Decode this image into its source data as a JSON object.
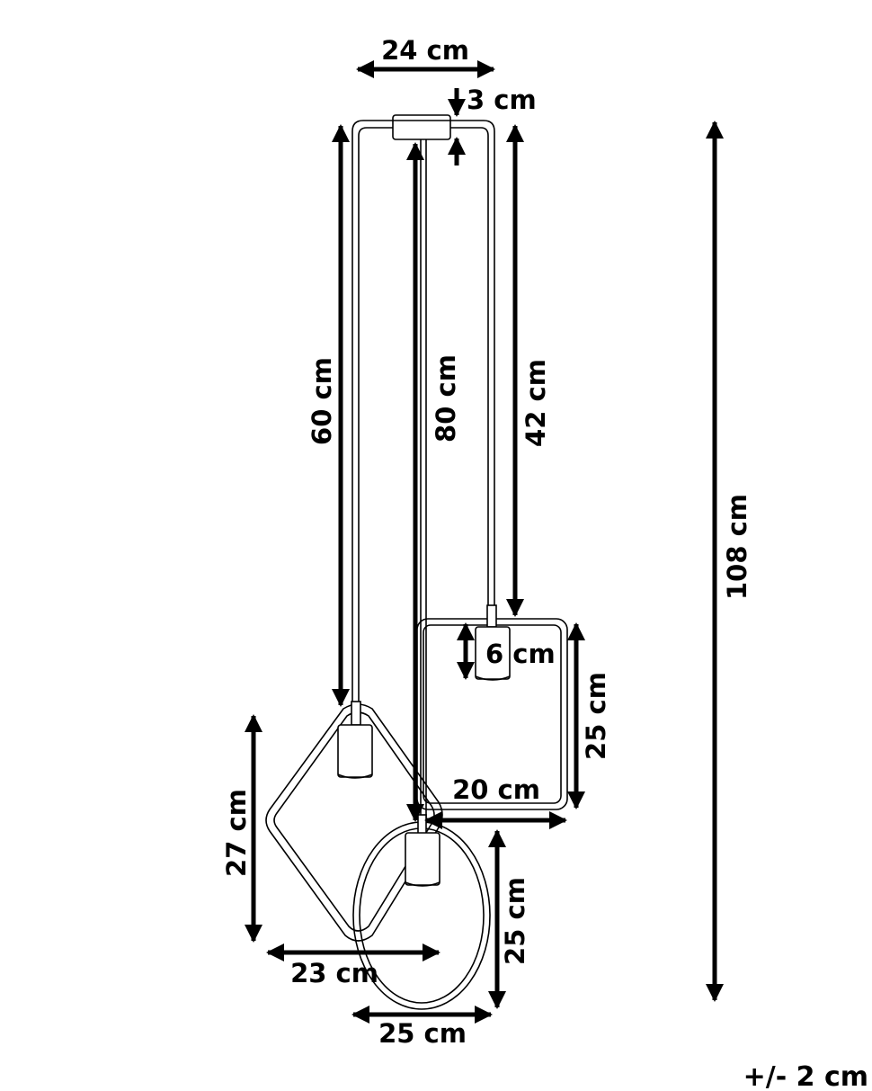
{
  "dimensions": {
    "canopy_width": "24 cm",
    "canopy_height": "3 cm",
    "cable_left": "60 cm",
    "cable_middle": "80 cm",
    "cable_right": "42 cm",
    "total_height": "108 cm",
    "socket_height": "6 cm",
    "square_height": "25 cm",
    "square_width": "20 cm",
    "diamond_height": "27 cm",
    "diamond_width": "23 cm",
    "circle_height": "25 cm",
    "circle_width": "25 cm"
  },
  "tolerance": "+/- 2 cm"
}
